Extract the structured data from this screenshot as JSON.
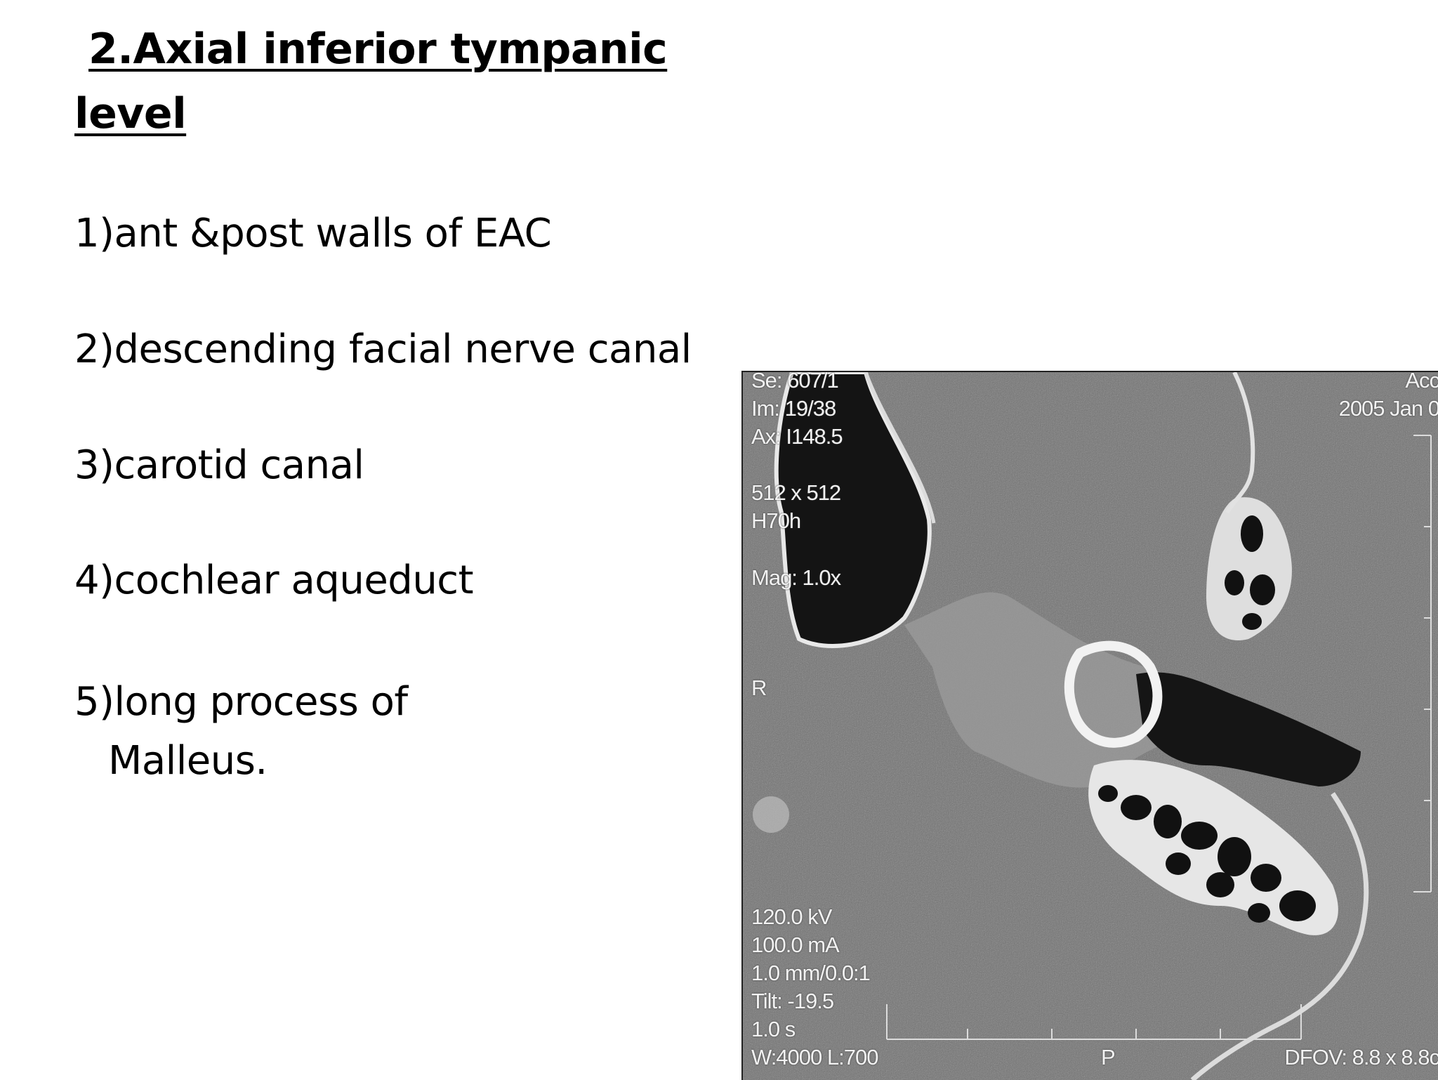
{
  "title": {
    "line1": "2.Axial inferior tympanic",
    "line2": "level"
  },
  "items": [
    {
      "text": "1)ant &post walls of EAC"
    },
    {
      "text": "2)descending facial nerve canal"
    },
    {
      "text": "3)carotid canal"
    },
    {
      "text": "4)cochlear aqueduct"
    },
    {
      "text": "5)long process of",
      "continuation": "Malleus."
    }
  ],
  "ct_overlay": {
    "top_left": [
      "Se: 607/1",
      "Im: 19/38",
      "Ax: I148.5"
    ],
    "matrix": [
      "512 x 512",
      "H70h"
    ],
    "magnification": "Mag: 1.0x",
    "side_marker": "R",
    "top_right": [
      "Acc",
      "2005 Jan 0"
    ],
    "bottom_left": [
      "120.0 kV",
      "100.0 mA",
      "1.0 mm/0.0:1",
      "Tilt: -19.5",
      "1.0 s",
      "W:4000  L:700"
    ],
    "bottom_center": "P",
    "bottom_right": "DFOV: 8.8 x 8.8c"
  }
}
